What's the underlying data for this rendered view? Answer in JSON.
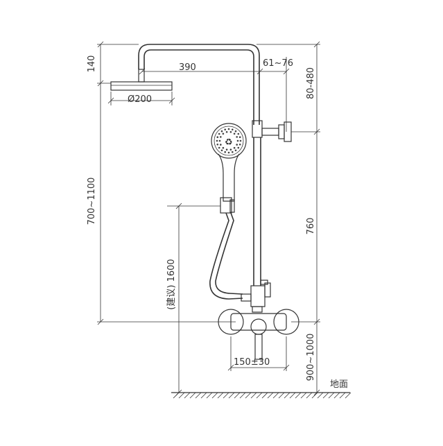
{
  "dimensions": {
    "head_height": "140",
    "arm_length": "390",
    "arm_offset": "61~76",
    "head_diameter": "Ø200",
    "top_to_bracket": "80-480",
    "head_to_valve": "700~1100",
    "bracket_to_valve": "760",
    "suggested_height": "(建议) 1600",
    "valve_to_floor": "900~1000",
    "valve_spacing": "150±30"
  },
  "labels": {
    "floor": "地面"
  }
}
